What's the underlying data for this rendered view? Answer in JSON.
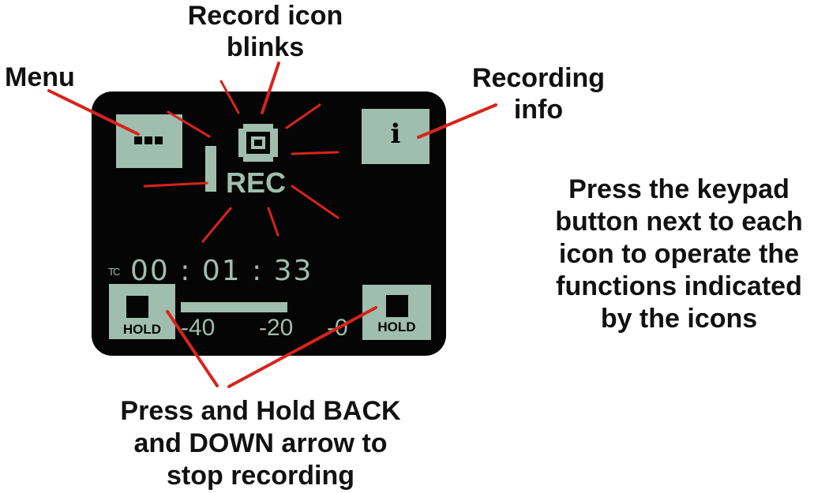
{
  "colors": {
    "lcd": "#9fbeaf",
    "screen": "#050505",
    "leader": "#d7241c"
  },
  "callouts": {
    "record_icon": [
      "Record icon",
      "blinks"
    ],
    "menu": "Menu",
    "recording_info": [
      "Recording",
      "info"
    ],
    "keypad_note": [
      "Press the keypad",
      "button next to each",
      "icon to operate the",
      "functions indicated",
      "by the icons"
    ],
    "hold_note": [
      "Press and Hold BACK",
      "and DOWN arrow to",
      "stop recording"
    ]
  },
  "screen": {
    "rec_label": "REC",
    "info_glyph": "i",
    "timecode_prefix": "TC",
    "timecode": "00 : 01 : 33",
    "hold_label_left": "HOLD",
    "hold_label_right": "HOLD",
    "meter_ticks": [
      "-40",
      "-20",
      "-0"
    ]
  },
  "icons": [
    "menu-icon",
    "record-icon",
    "info-icon",
    "stop-icon"
  ]
}
